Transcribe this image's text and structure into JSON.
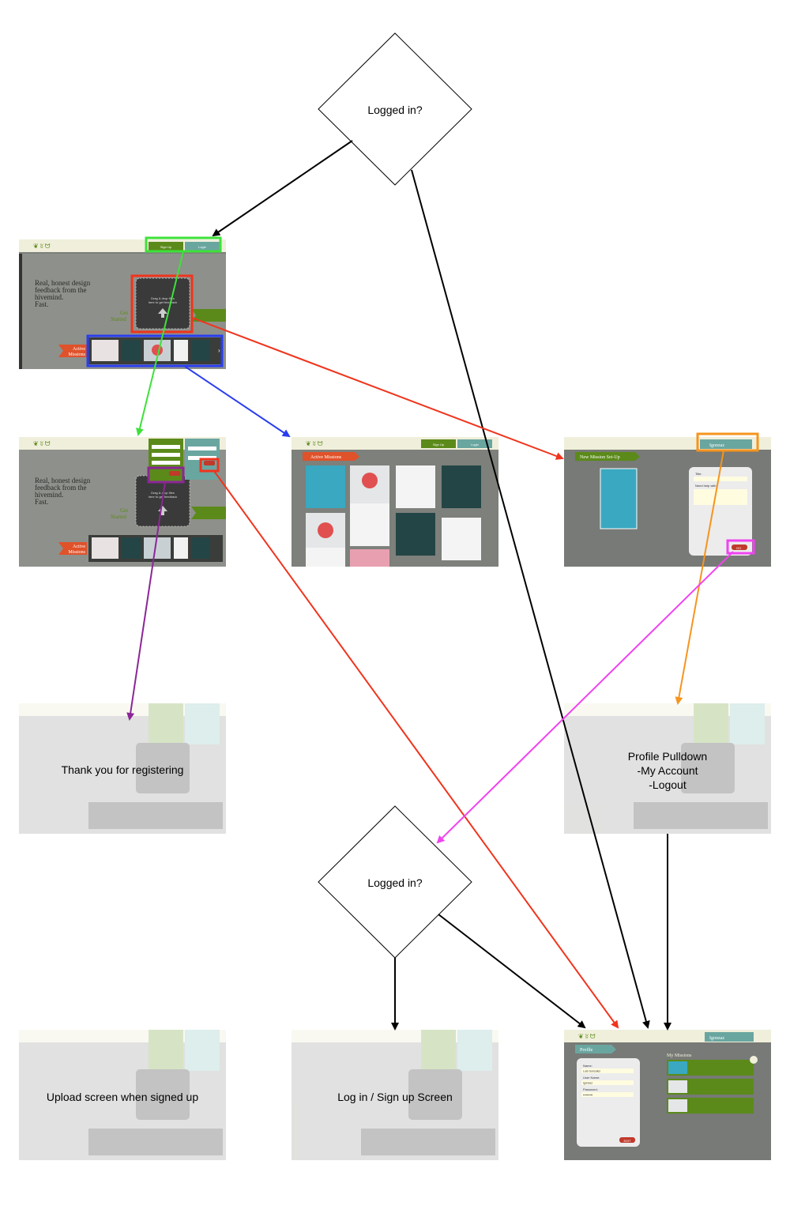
{
  "decisions": {
    "top": "Logged in?",
    "bottom": "Logged in?"
  },
  "ui": {
    "signup": "Sign Up",
    "login": "Login",
    "hero_line1": "Real, honest design",
    "hero_line2": "feedback from the",
    "hero_line3": "hivemind.",
    "hero_line4": "Fast.",
    "drop_line1": "Drag & drop files",
    "drop_line2": "here to get feedback",
    "get": "Get",
    "started": "Started",
    "active": "Active",
    "missions": "Missions",
    "active_missions": "Active Missions",
    "new_mission": "New Mission Set-Up",
    "profile": "Profile",
    "my_missions": "My Missions",
    "go": "GO",
    "edit": "EDIT",
    "title_label": "Title:",
    "help_label": "Need help with",
    "poster_title": "Sharemocking.com Poster",
    "username": "Igonzaz",
    "name_label": "Name:",
    "name_value": "Luis Gonzalez",
    "user_label": "User Name:",
    "user_value": "igonzaz",
    "pass_label": "Password:",
    "pass_value": "••••••••••"
  },
  "captions": {
    "thank_you": "Thank you for registering",
    "profile_line1": "Profile Pulldown",
    "profile_line2": "-My Account",
    "profile_line3": "-Logout",
    "upload_screen": "Upload screen when signed up",
    "login_screen": "Log in / Sign up Screen"
  },
  "colors": {
    "green_box": "#3ee13a",
    "red_box": "#f0341d",
    "blue_box": "#2a3ef0",
    "purple_box": "#8b2696",
    "orange_box": "#f6941e",
    "magenta_box": "#f043f0",
    "black_arrow": "#000000",
    "screen_gray": "#777a76",
    "header_cream": "#f0efdb",
    "accent_green": "#5b8a1a",
    "accent_orange": "#e0522a",
    "teal": "#6aa6a0"
  }
}
